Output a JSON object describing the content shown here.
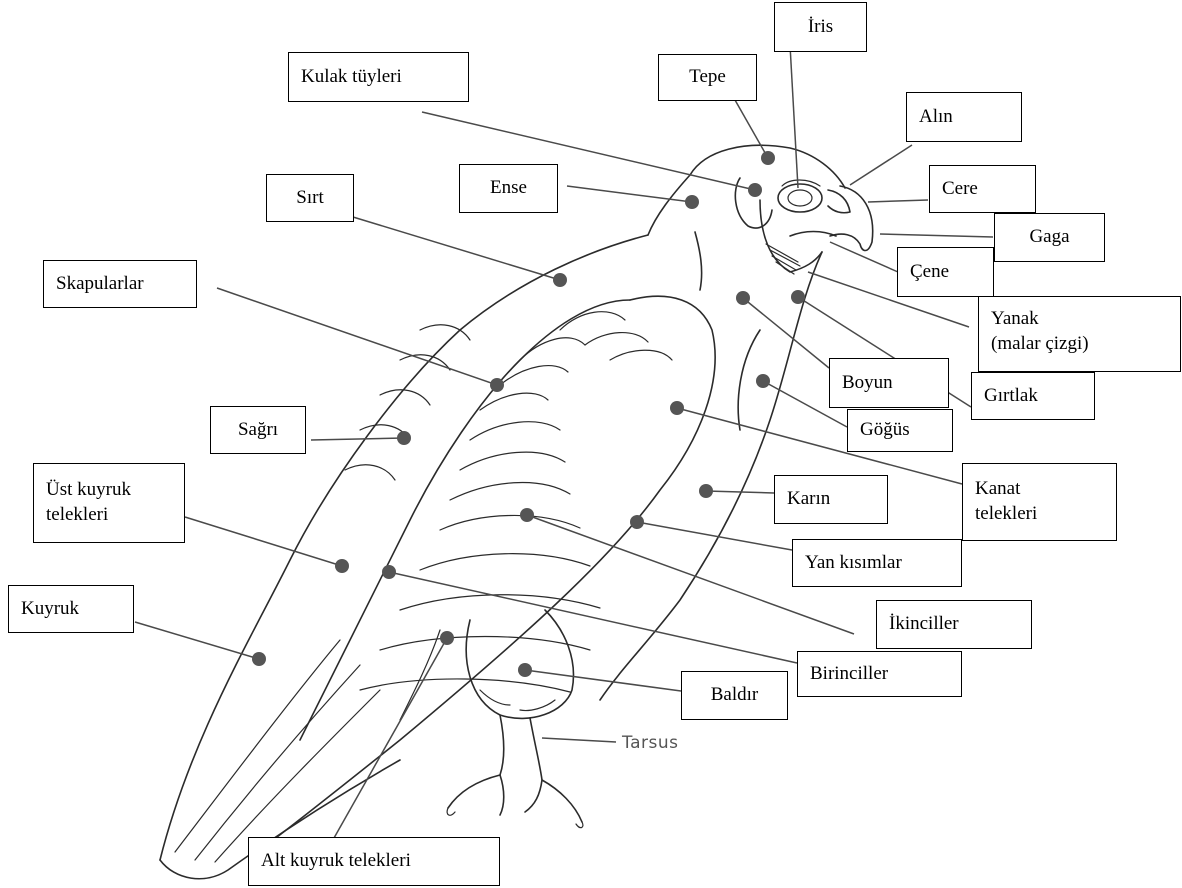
{
  "labels": {
    "iris": "İris",
    "tepe": "Tepe",
    "kulak": "Kulak tüyleri",
    "alin": "Alın",
    "ense": "Ense",
    "cere": "Cere",
    "sirt": "Sırt",
    "gaga": "Gaga",
    "cene": "Çene",
    "skapular": "Skapularlar",
    "yanak": "Yanak\n(malar çizgi)",
    "boyun": "Boyun",
    "girtlak": "Gırtlak",
    "sagri": "Sağrı",
    "gogus": "Göğüs",
    "ustkuyruk": "Üst kuyruk\ntelekleri",
    "kanat": "Kanat\ntelekleri",
    "karin": "Karın",
    "yan": "Yan kısımlar",
    "kuyruk": "Kuyruk",
    "ikinciller": "İkinciller",
    "birinciller": "Birinciller",
    "baldir": "Baldır",
    "tarsus": "Tarsus",
    "altkuyruk": "Alt kuyruk telekleri"
  }
}
